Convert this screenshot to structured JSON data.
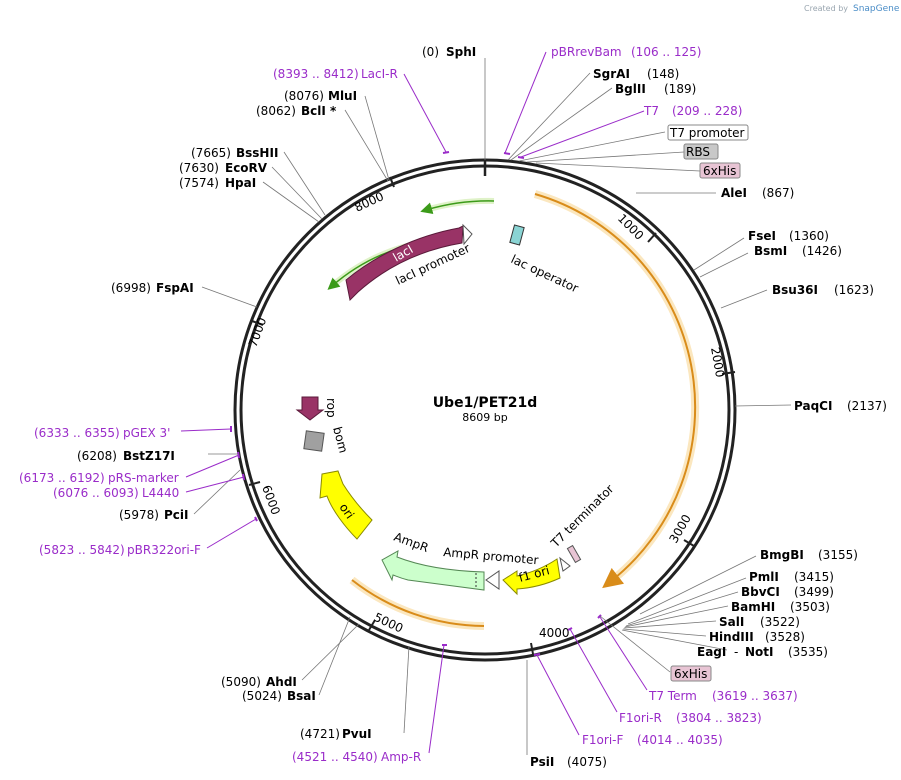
{
  "header": {
    "credit_prefix": "Created by",
    "credit_brand": "SnapGene"
  },
  "plasmid": {
    "name": "Ube1/PET21d",
    "length": "8609 bp"
  },
  "ticks": [
    "1000",
    "2000",
    "3000",
    "4000",
    "5000",
    "6000",
    "7000",
    "8000"
  ],
  "enzymes": [
    {
      "name": "SphI",
      "pos": "(0)"
    },
    {
      "name": "SgrAI",
      "pos": "(148)"
    },
    {
      "name": "BglII",
      "pos": "(189)"
    },
    {
      "name": "AleI",
      "pos": "(867)"
    },
    {
      "name": "FseI",
      "pos": "(1360)"
    },
    {
      "name": "BsmI",
      "pos": "(1426)"
    },
    {
      "name": "Bsu36I",
      "pos": "(1623)"
    },
    {
      "name": "PaqCI",
      "pos": "(2137)"
    },
    {
      "name": "BmgBI",
      "pos": "(3155)"
    },
    {
      "name": "PmlI",
      "pos": "(3415)"
    },
    {
      "name": "BbvCI",
      "pos": "(3499)"
    },
    {
      "name": "BamHI",
      "pos": "(3503)"
    },
    {
      "name": "SalI",
      "pos": "(3522)"
    },
    {
      "name": "HindIII",
      "pos": "(3528)"
    },
    {
      "name": "EagI",
      "pos": "(3535)"
    },
    {
      "name": "NotI",
      "pos": "(3535)"
    },
    {
      "name": "PsiI",
      "pos": "(4075)"
    },
    {
      "name": "PvuI",
      "pos": "(4721)"
    },
    {
      "name": "BsaI",
      "pos": "(5024)"
    },
    {
      "name": "AhdI",
      "pos": "(5090)"
    },
    {
      "name": "PciI",
      "pos": "(5978)"
    },
    {
      "name": "BstZ17I",
      "pos": "(6208)"
    },
    {
      "name": "FspAI",
      "pos": "(6998)"
    },
    {
      "name": "HpaI",
      "pos": "(7574)"
    },
    {
      "name": "EcoRV",
      "pos": "(7630)"
    },
    {
      "name": "BssHII",
      "pos": "(7665)"
    },
    {
      "name": "BclI *",
      "pos": "(8062)"
    },
    {
      "name": "MluI",
      "pos": "(8076)"
    }
  ],
  "primers": [
    {
      "name": "pBRrevBam",
      "range": "(106 .. 125)"
    },
    {
      "name": "T7",
      "range": "(209 .. 228)"
    },
    {
      "name": "LacI-R",
      "range": "(8393 .. 8412)"
    },
    {
      "name": "pGEX 3'",
      "range": "(6333 .. 6355)"
    },
    {
      "name": "pRS-marker",
      "range": "(6173 .. 6192)"
    },
    {
      "name": "L4440",
      "range": "(6076 .. 6093)"
    },
    {
      "name": "pBR322ori-F",
      "range": "(5823 .. 5842)"
    },
    {
      "name": "Amp-R",
      "range": "(4521 .. 4540)"
    },
    {
      "name": "F1ori-F",
      "range": "(4014 .. 4035)"
    },
    {
      "name": "F1ori-R",
      "range": "(3804 .. 3823)"
    },
    {
      "name": "T7 Term",
      "range": "(3619 .. 3637)"
    }
  ],
  "features": {
    "t7_promoter": "T7 promoter",
    "rbs": "RBS",
    "his_top": "6xHis",
    "his_bottom": "6xHis",
    "lac_operator": "lac operator",
    "laci": "lacI",
    "laci_promoter": "lacI promoter",
    "rop": "rop",
    "bom": "bom",
    "ori": "ori",
    "ampr": "AmpR",
    "ampr_promoter": "AmpR promoter",
    "f1_ori": "f1 ori",
    "t7_terminator": "T7 terminator"
  },
  "colors": {
    "backbone": "#222222",
    "laci": "#993366",
    "orf_gold": "#d98c1a",
    "ori_yellow": "#ffff00",
    "ampr_green": "#ccffcc",
    "primer_purple": "#9a2cc9",
    "his_pink": "#e8c4d4",
    "rbs_gray": "#c8c8c8",
    "rop_maroon": "#993366",
    "bom_gray": "#a0a0a0"
  }
}
